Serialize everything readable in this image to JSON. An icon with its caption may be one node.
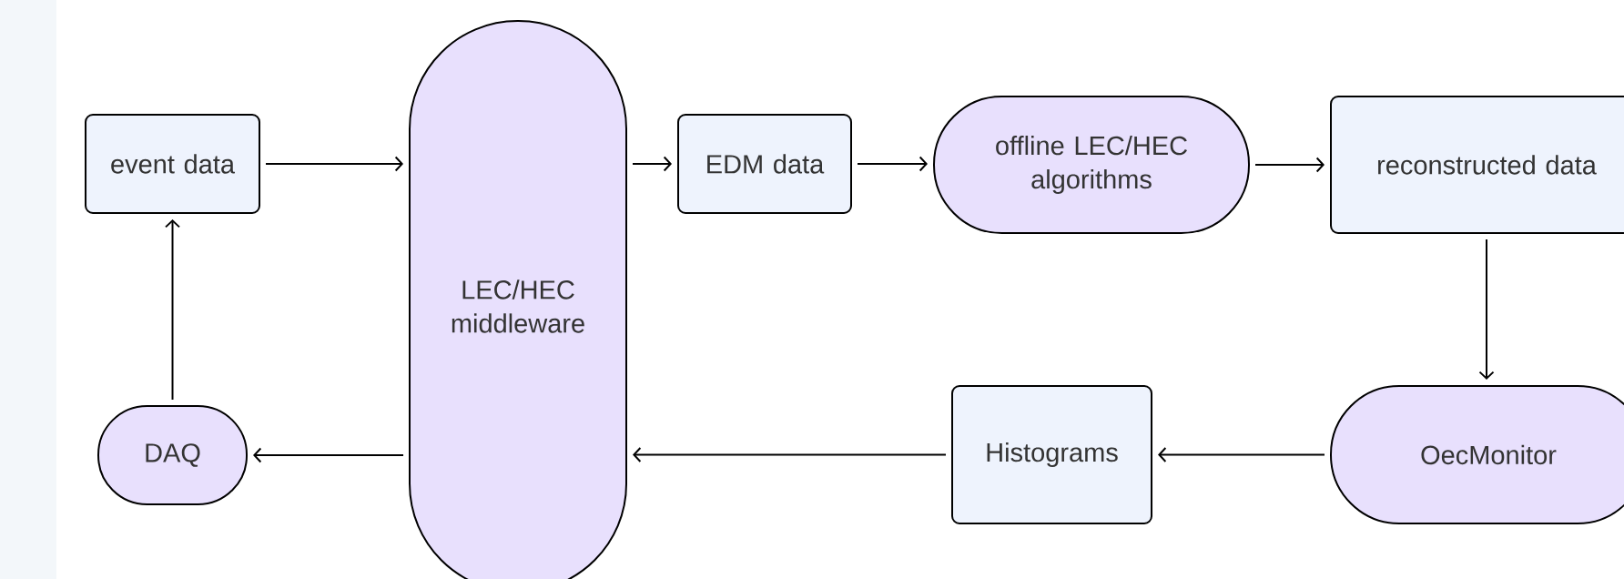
{
  "diagram": {
    "nodes": [
      {
        "text": [
          "event data"
        ]
      },
      {
        "text": [
          "LEC/HEC middleware"
        ]
      },
      {
        "text": [
          "EDM data"
        ]
      },
      {
        "text": [
          "offline LEC/HEC algorithms"
        ]
      },
      {
        "text": [
          "reconstructed data"
        ]
      },
      {
        "text": [
          "OecMonitor"
        ]
      },
      {
        "text": [
          "Histograms"
        ]
      },
      {
        "text": [
          "DAQ"
        ]
      }
    ],
    "edges": [
      {
        "from": 0,
        "to": 1,
        "arrow": "to"
      },
      {
        "from": 1,
        "to": 2,
        "arrow": "to"
      },
      {
        "from": 2,
        "to": 3,
        "arrow": "to"
      },
      {
        "from": 3,
        "to": 4,
        "arrow": "to"
      },
      {
        "from": 4,
        "to": 5,
        "arrow": "to"
      },
      {
        "from": 5,
        "to": 6,
        "arrow": "to"
      },
      {
        "from": 6,
        "to": 1,
        "arrow": "to"
      },
      {
        "from": 1,
        "to": 7,
        "arrow": "to"
      },
      {
        "from": 7,
        "to": 0,
        "arrow": "to"
      }
    ]
  }
}
